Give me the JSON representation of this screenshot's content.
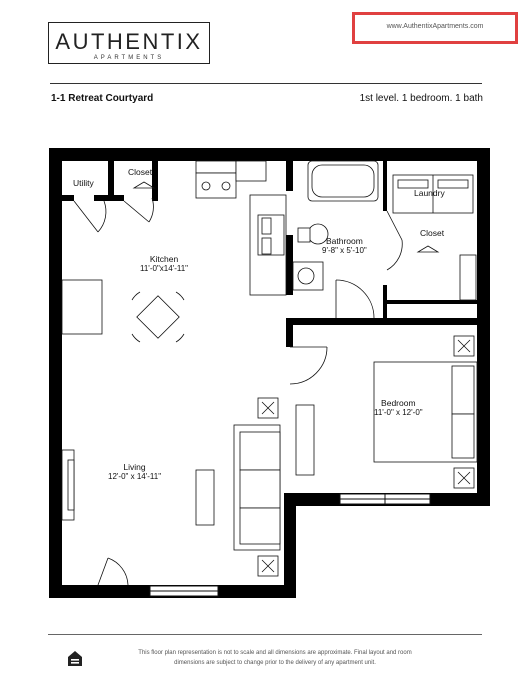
{
  "brand": {
    "name": "AUTHENTIX",
    "tagline": "APARTMENTS",
    "website": "www.AuthentixApartments.com",
    "highlight_color": "#e04040"
  },
  "unit": {
    "name": "1-1 Retreat Courtyard",
    "description": "1st level. 1 bedroom. 1 bath"
  },
  "rooms": {
    "utility": {
      "name": "Utility"
    },
    "closet_kitchen": {
      "name": "Closet"
    },
    "kitchen": {
      "name": "Kitchen",
      "dims": "11'-0\"x14'-11\""
    },
    "bathroom": {
      "name": "Bathroom",
      "dims": "9'-8\" x 5'-10\""
    },
    "laundry": {
      "name": "Laundry"
    },
    "closet_bath": {
      "name": "Closet"
    },
    "bedroom": {
      "name": "Bedroom",
      "dims": "11'-0\" x 12'-0\""
    },
    "living": {
      "name": "Living",
      "dims": "12'-0\" x 14'-11\""
    }
  },
  "footer": {
    "disclaimer_line1": "This floor plan representation is not to scale and all dimensions are approximate. Final layout and room",
    "disclaimer_line2": "dimensions are subject to change prior to the delivery of any apartment unit.",
    "logo_icon": "equal-housing-opportunity-icon"
  }
}
